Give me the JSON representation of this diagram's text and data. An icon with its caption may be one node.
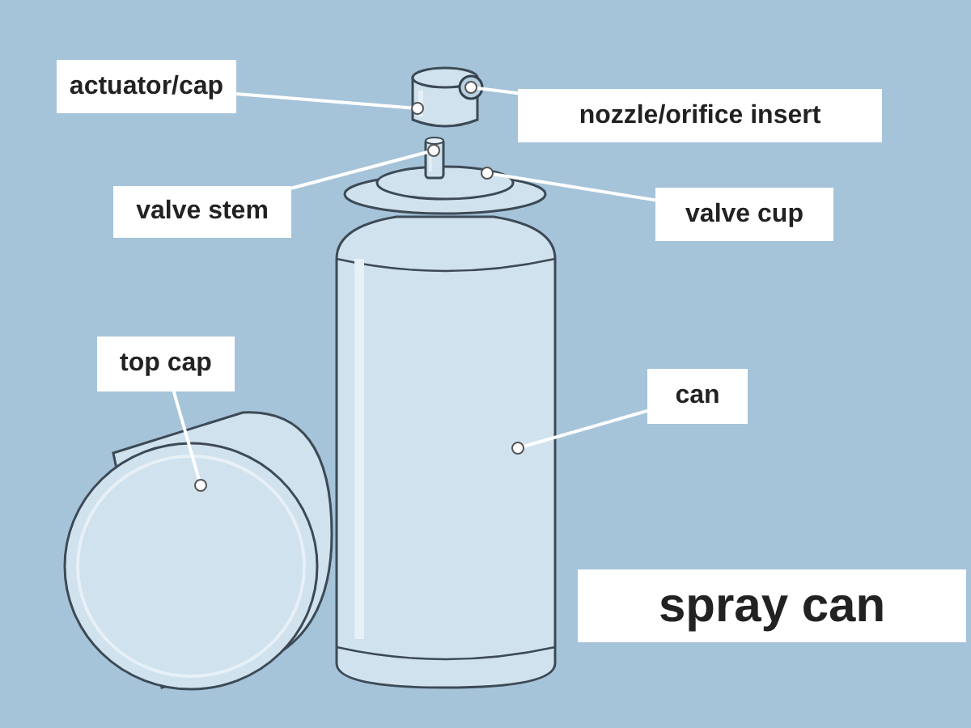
{
  "diagram": {
    "title": "spray can",
    "nodes": [
      {
        "text": [
          "actuator/cap"
        ]
      },
      {
        "text": [
          "nozzle/orifice insert"
        ]
      },
      {
        "text": [
          "valve stem"
        ]
      },
      {
        "text": [
          "valve cup"
        ]
      },
      {
        "text": [
          "top cap"
        ]
      },
      {
        "text": [
          "can"
        ]
      },
      {
        "text": [],
        "shape": "cylinder"
      },
      {
        "text": [],
        "shape": "circle"
      },
      {
        "text": [],
        "shape": "cylinder"
      },
      {
        "text": [],
        "shape": "cylinder"
      },
      {
        "text": [],
        "shape": "cylinder"
      },
      {
        "text": [],
        "shape": "cylinder"
      }
    ],
    "edges": [
      {
        "from": 0,
        "to": 6,
        "arrow": "other"
      },
      {
        "from": 1,
        "to": 7,
        "arrow": "other"
      },
      {
        "from": 2,
        "to": 8,
        "arrow": "other"
      },
      {
        "from": 3,
        "to": 9,
        "arrow": "other"
      },
      {
        "from": 4,
        "to": 10,
        "arrow": "other"
      },
      {
        "from": 5,
        "to": 11,
        "arrow": "other"
      }
    ]
  }
}
